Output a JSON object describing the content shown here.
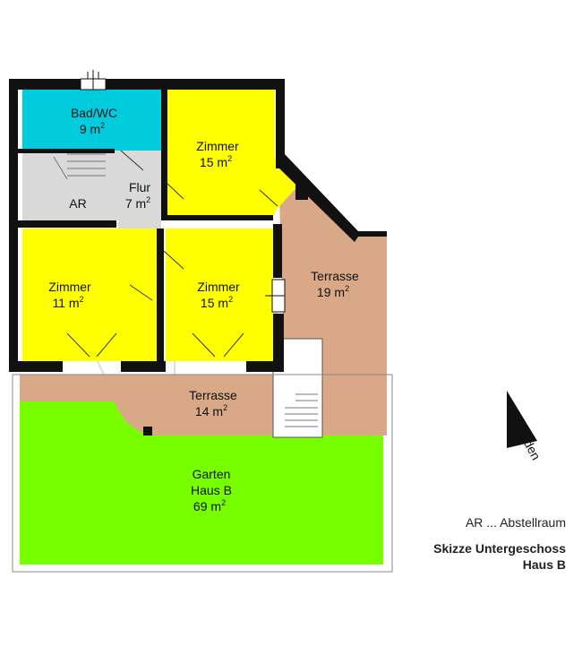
{
  "rooms": [
    {
      "name": "Bad/WC",
      "area": "9",
      "unit": "m",
      "exp": "2"
    },
    {
      "name": "Zimmer",
      "area": "15",
      "unit": "m",
      "exp": "2"
    },
    {
      "name": "Flur",
      "area": "7",
      "unit": "m",
      "exp": "2"
    },
    {
      "name": "AR"
    },
    {
      "name": "Zimmer",
      "area": "11",
      "unit": "m",
      "exp": "2"
    },
    {
      "name": "Zimmer",
      "area": "15",
      "unit": "m",
      "exp": "2"
    },
    {
      "name": "Terrasse",
      "area": "19",
      "unit": "m",
      "exp": "2"
    },
    {
      "name": "Terrasse",
      "area": "14",
      "unit": "m",
      "exp": "2"
    },
    {
      "name": "Garten",
      "name2": "Haus B",
      "area": "69",
      "unit": "m",
      "exp": "2"
    }
  ],
  "north": {
    "label": "Norden"
  },
  "legend": {
    "abbreviation": "AR ... Abstellraum",
    "title_line1": "Skizze Untergeschoss",
    "title_line2": "Haus B"
  },
  "colors": {
    "wall": "#111111",
    "bath": "#00ccdd",
    "room": "#ffff00",
    "corridor": "#d9d9d9",
    "terrace": "#d9a886",
    "garden": "#77ff00",
    "watermark": "#c8c8c8"
  }
}
